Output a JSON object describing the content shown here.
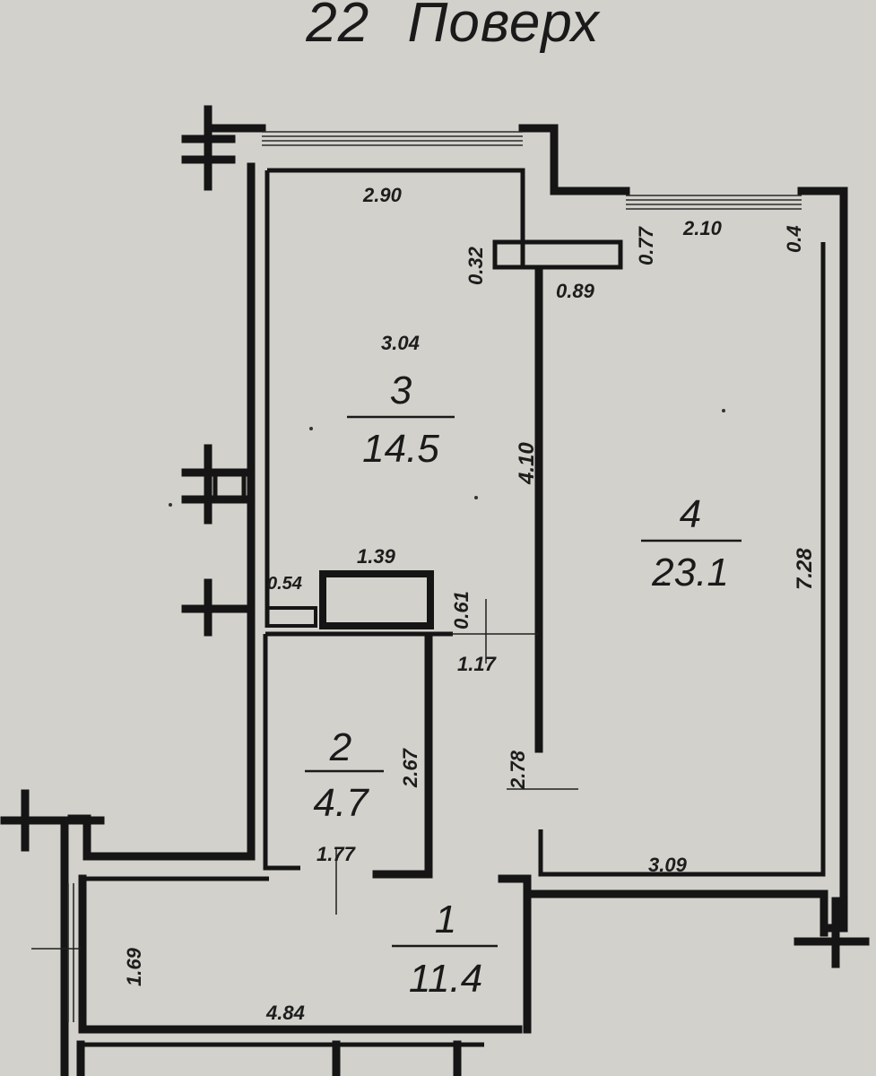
{
  "title": "22  Поверх",
  "rooms": [
    {
      "number": "1",
      "area": "11.4"
    },
    {
      "number": "2",
      "area": "4.7"
    },
    {
      "number": "3",
      "area": "14.5"
    },
    {
      "number": "4",
      "area": "23.1"
    }
  ],
  "dimensions": {
    "r3_top_width": "2.90",
    "r3_ledge": "0.32",
    "r3_inner": "3.04",
    "r3_height": "4.10",
    "r4_balcony_width": "2.10",
    "r4_left_stub": "0.77",
    "r4_right_stub": "0.4",
    "r4_niche": "0.89",
    "r4_height": "7.28",
    "r4_bottom_width": "3.09",
    "wardrobe_width": "1.39",
    "small_niche": "0.54",
    "wardrobe_depth": "0.61",
    "corridor_width": "1.17",
    "corridor_length": "2.78",
    "r2_height": "2.67",
    "r2_width": "1.77",
    "r1_height": "1.69",
    "r1_width": "4.84"
  }
}
